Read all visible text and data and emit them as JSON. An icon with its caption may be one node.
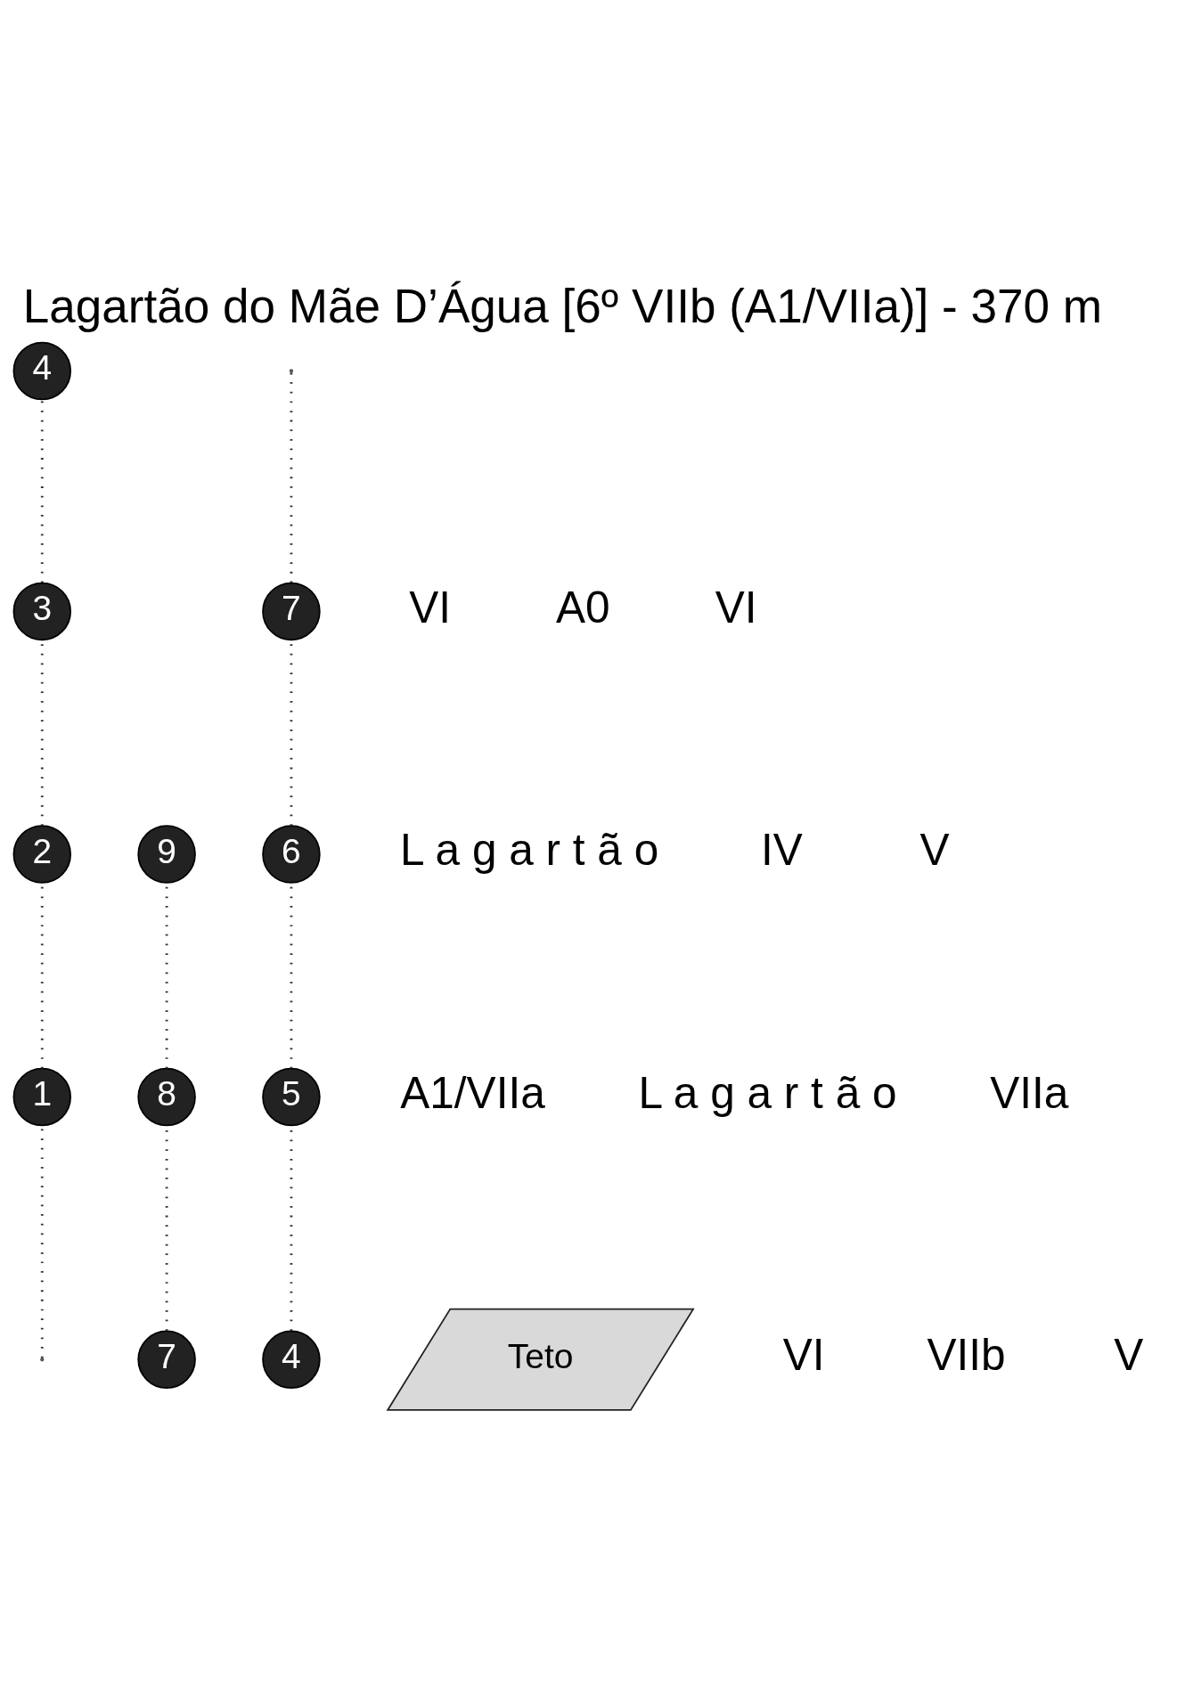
{
  "diagram": {
    "title": "Lagartão do Mãe D’Água [6º VIIb (A1/VIIa)] - 370 m",
    "nodes": [
      {
        "text": [
          "4"
        ]
      },
      {
        "text": [
          "9"
        ]
      },
      {
        "text": [
          "7"
        ]
      },
      {
        "text": [
          "3"
        ]
      },
      {
        "text": [
          "6"
        ]
      },
      {
        "text": [
          "8"
        ]
      },
      {
        "text": [
          "2"
        ]
      },
      {
        "text": [
          "5"
        ]
      },
      {
        "text": [
          "1"
        ]
      },
      {
        "text": [
          "Teto"
        ]
      },
      {
        "text": [
          "4"
        ]
      },
      {
        "text": [
          "7"
        ]
      }
    ],
    "edges": [
      {
        "from": null,
        "to": 8,
        "arrow": "none"
      },
      {
        "from": 8,
        "to": 6,
        "arrow": "none"
      },
      {
        "from": 6,
        "to": 3,
        "arrow": "none"
      },
      {
        "from": 3,
        "to": 0,
        "arrow": "none"
      },
      {
        "from": 10,
        "to": 7,
        "arrow": "none"
      },
      {
        "from": 7,
        "to": 4,
        "arrow": "none"
      },
      {
        "from": 4,
        "to": 2,
        "arrow": "none"
      },
      {
        "from": 2,
        "to": null,
        "arrow": "none"
      },
      {
        "from": 11,
        "to": 5,
        "arrow": "none"
      },
      {
        "from": 5,
        "to": 1,
        "arrow": "none"
      }
    ],
    "labels": [
      "VI",
      "A0",
      "L a g a r t ã o",
      "IV",
      "VI",
      "V",
      "A1/VIIa",
      "L a g a r t ã o",
      "VIIa",
      "VI",
      "VIIb",
      "V"
    ]
  }
}
